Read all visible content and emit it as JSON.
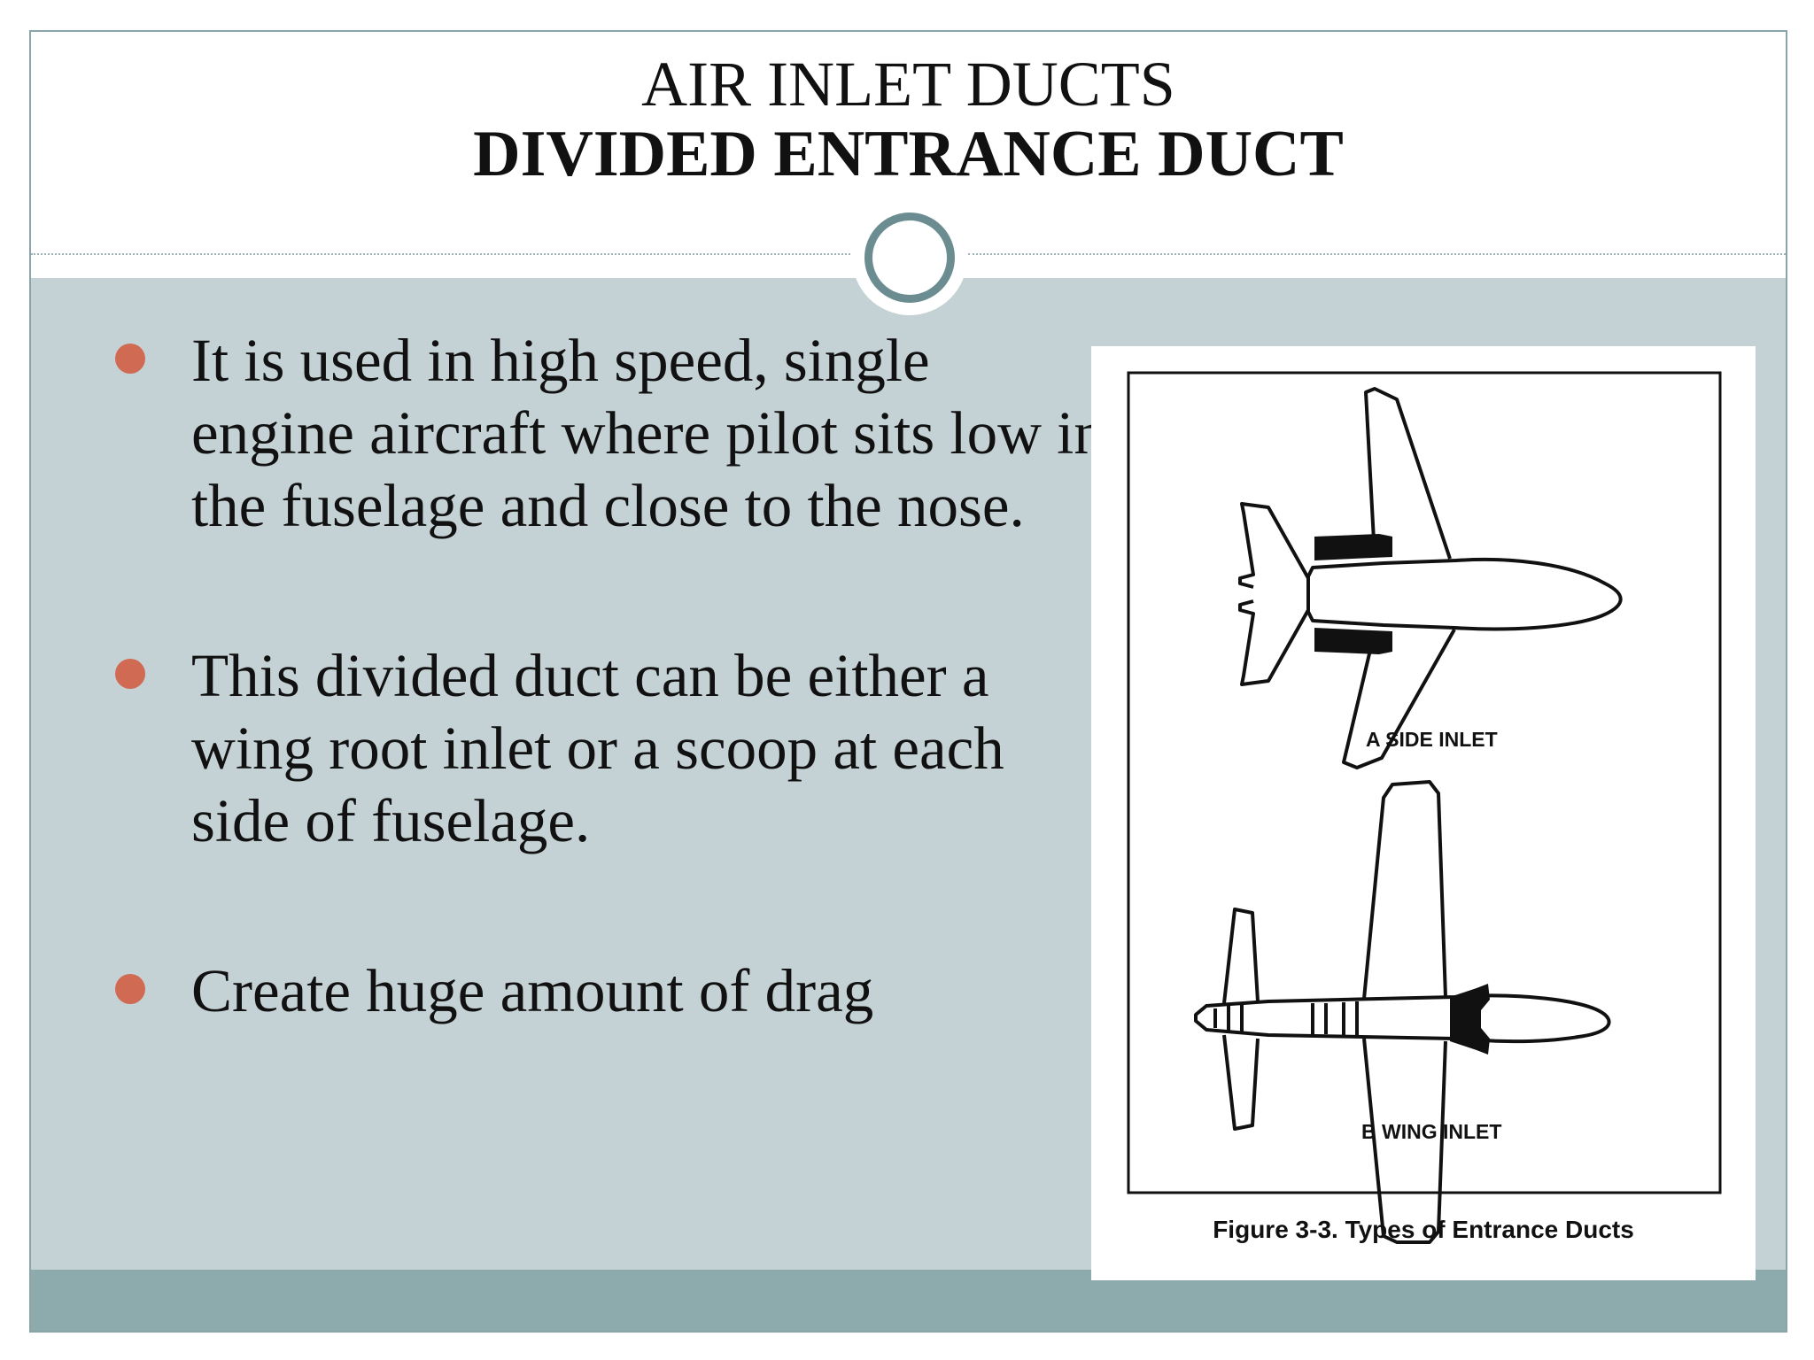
{
  "title": {
    "line1": "AIR INLET DUCTS",
    "line2": "DIVIDED ENTRANCE DUCT"
  },
  "bullets": [
    "It is used in high speed, single engine aircraft where pilot sits low in the fuselage and close to the nose.",
    "This divided duct can be either a wing root inlet or a scoop at each side of fuselage.",
    "Create huge amount of drag"
  ],
  "figure": {
    "label_a": "A   SIDE INLET",
    "label_b": "B   WING INLET",
    "caption": "Figure 3-3.  Types of Entrance Ducts"
  },
  "colors": {
    "content_band": "#c4d1d5",
    "bottom_band": "#8daaac",
    "bullet_dot": "#d06a52",
    "ring": "#6b8d91"
  }
}
